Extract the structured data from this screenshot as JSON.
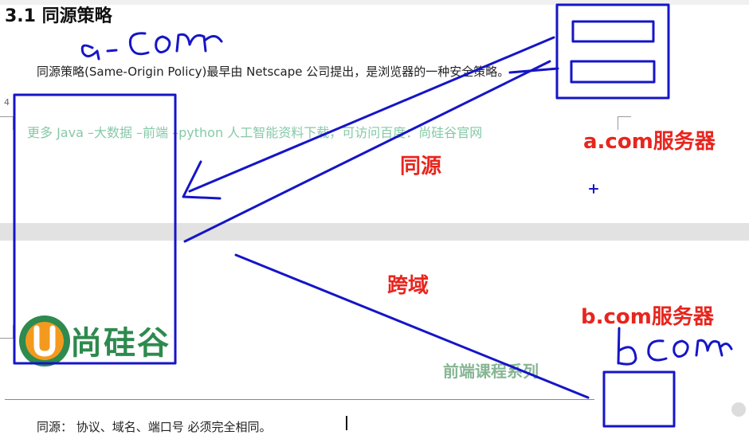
{
  "heading": "3.1 同源策略",
  "paragraph": "同源策略(Same-Origin Policy)最早由  Netscape  公司提出，是浏览器的一种安全策略。",
  "page_number": "4",
  "watermark": "更多 Java –大数据 –前端 –python 人工智能资料下载，可访问百度：尚硅谷官网",
  "labels": {
    "a_server": "a.com服务器",
    "same_origin": "同源",
    "cross_domain": "跨域",
    "b_server": "b.com服务器"
  },
  "handwriting": {
    "a_com": "a.com",
    "b_com": "b.com"
  },
  "logo": {
    "text": "尚硅谷",
    "letter": "U"
  },
  "series": "前端课程系列",
  "bottom_text": "同源：  协议、域名、端口号 必须完全相同。",
  "colors": {
    "pen_blue": "#1515c8",
    "label_red": "#e8251e",
    "watermark_green": "#86c9a7",
    "logo_green": "#2e8a4e",
    "logo_orange": "#f39a1e"
  }
}
